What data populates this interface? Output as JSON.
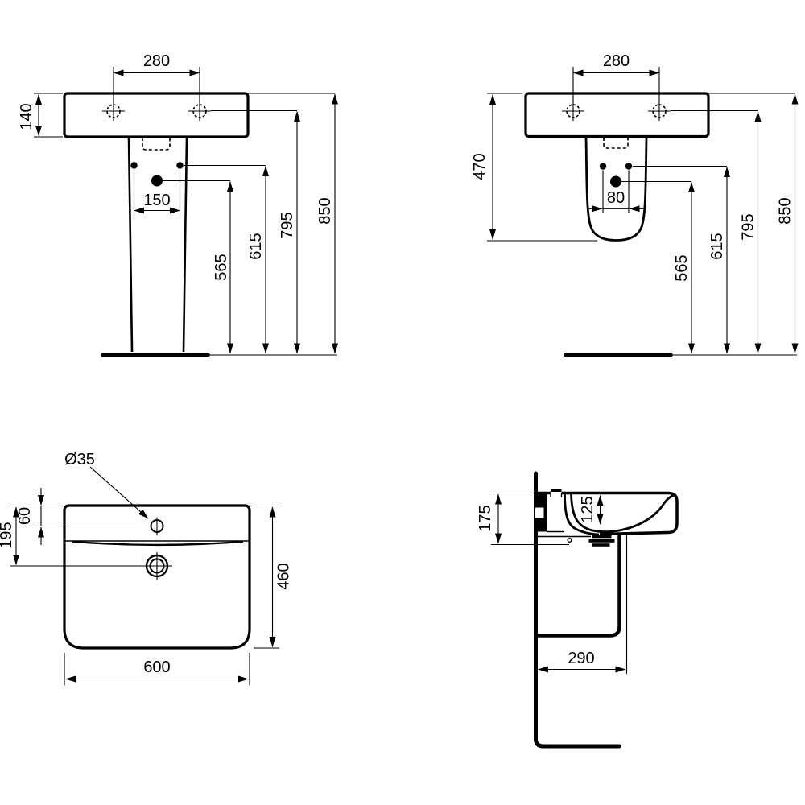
{
  "colors": {
    "line": "#000000",
    "background": "#ffffff"
  },
  "views": {
    "front_full_pedestal": {
      "dims": {
        "tap_hole_spacing": "280",
        "basin_height": "140",
        "fixing_hole_spacing": "150",
        "waste_height": "565",
        "fixing_height": "615",
        "tap_deck_height": "795",
        "rim_height": "850"
      }
    },
    "front_semi_pedestal": {
      "dims": {
        "tap_hole_spacing": "280",
        "semi_pedestal_height": "470",
        "fixing_hole_spacing": "80",
        "waste_height": "565",
        "fixing_height": "615",
        "tap_deck_height": "795",
        "rim_height": "850"
      }
    },
    "plan": {
      "dims": {
        "tap_hole_diameter": "Ø35",
        "tap_hole_offset": "60",
        "waste_offset": "195",
        "basin_depth": "460",
        "basin_width": "600"
      }
    },
    "side_section": {
      "dims": {
        "rim_to_underside": "175",
        "bowl_depth": "125",
        "projection": "290"
      }
    }
  }
}
